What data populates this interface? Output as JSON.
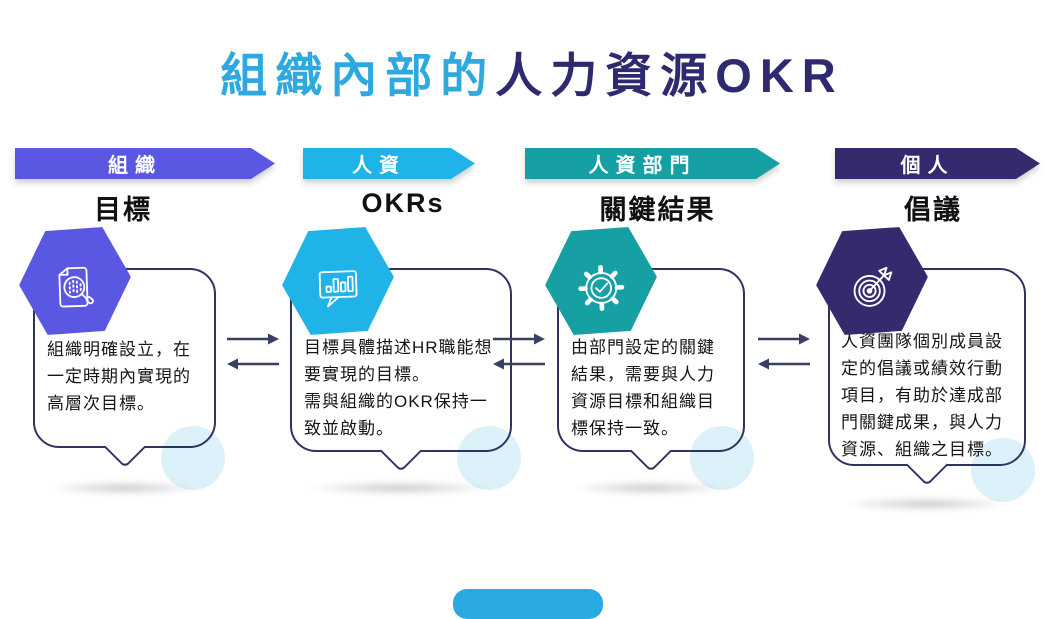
{
  "title": {
    "part1": "組織內部的",
    "part2": "人力資源OKR"
  },
  "columns": [
    {
      "banner": "組織",
      "label": "目標",
      "accent": "#5a57e3",
      "icon": "document-search-icon",
      "text": "組織明確設立，在一定時期內實現的高層次目標。"
    },
    {
      "banner": "人資",
      "label": "OKRs",
      "accent": "#1fb3e8",
      "icon": "chat-chart-icon",
      "text": "目標具體描述HR職能想要實現的目標。\n需與組織的OKR保持一致並啟動。"
    },
    {
      "banner": "人資部門",
      "label": "關鍵結果",
      "accent": "#17a0a4",
      "icon": "gear-check-icon",
      "text": "由部門設定的關鍵結果，需要與人力資源目標和組織目標保持一致。"
    },
    {
      "banner": "個人",
      "label": "倡議",
      "accent": "#342a6d",
      "icon": "target-arrow-icon",
      "text": "人資團隊個別成員設定的倡議或績效行動項目，有助於達成部門關鍵成果，與人力資源、組織之目標。"
    }
  ],
  "colors": {
    "title_part1": "#2ea9e0",
    "title_part2": "#2f2a70",
    "bubble_outline": "#2f3360",
    "arrow": "#3a3f66",
    "deco_circle": "#ddf1fa",
    "bottom_button": "#29abe2"
  }
}
